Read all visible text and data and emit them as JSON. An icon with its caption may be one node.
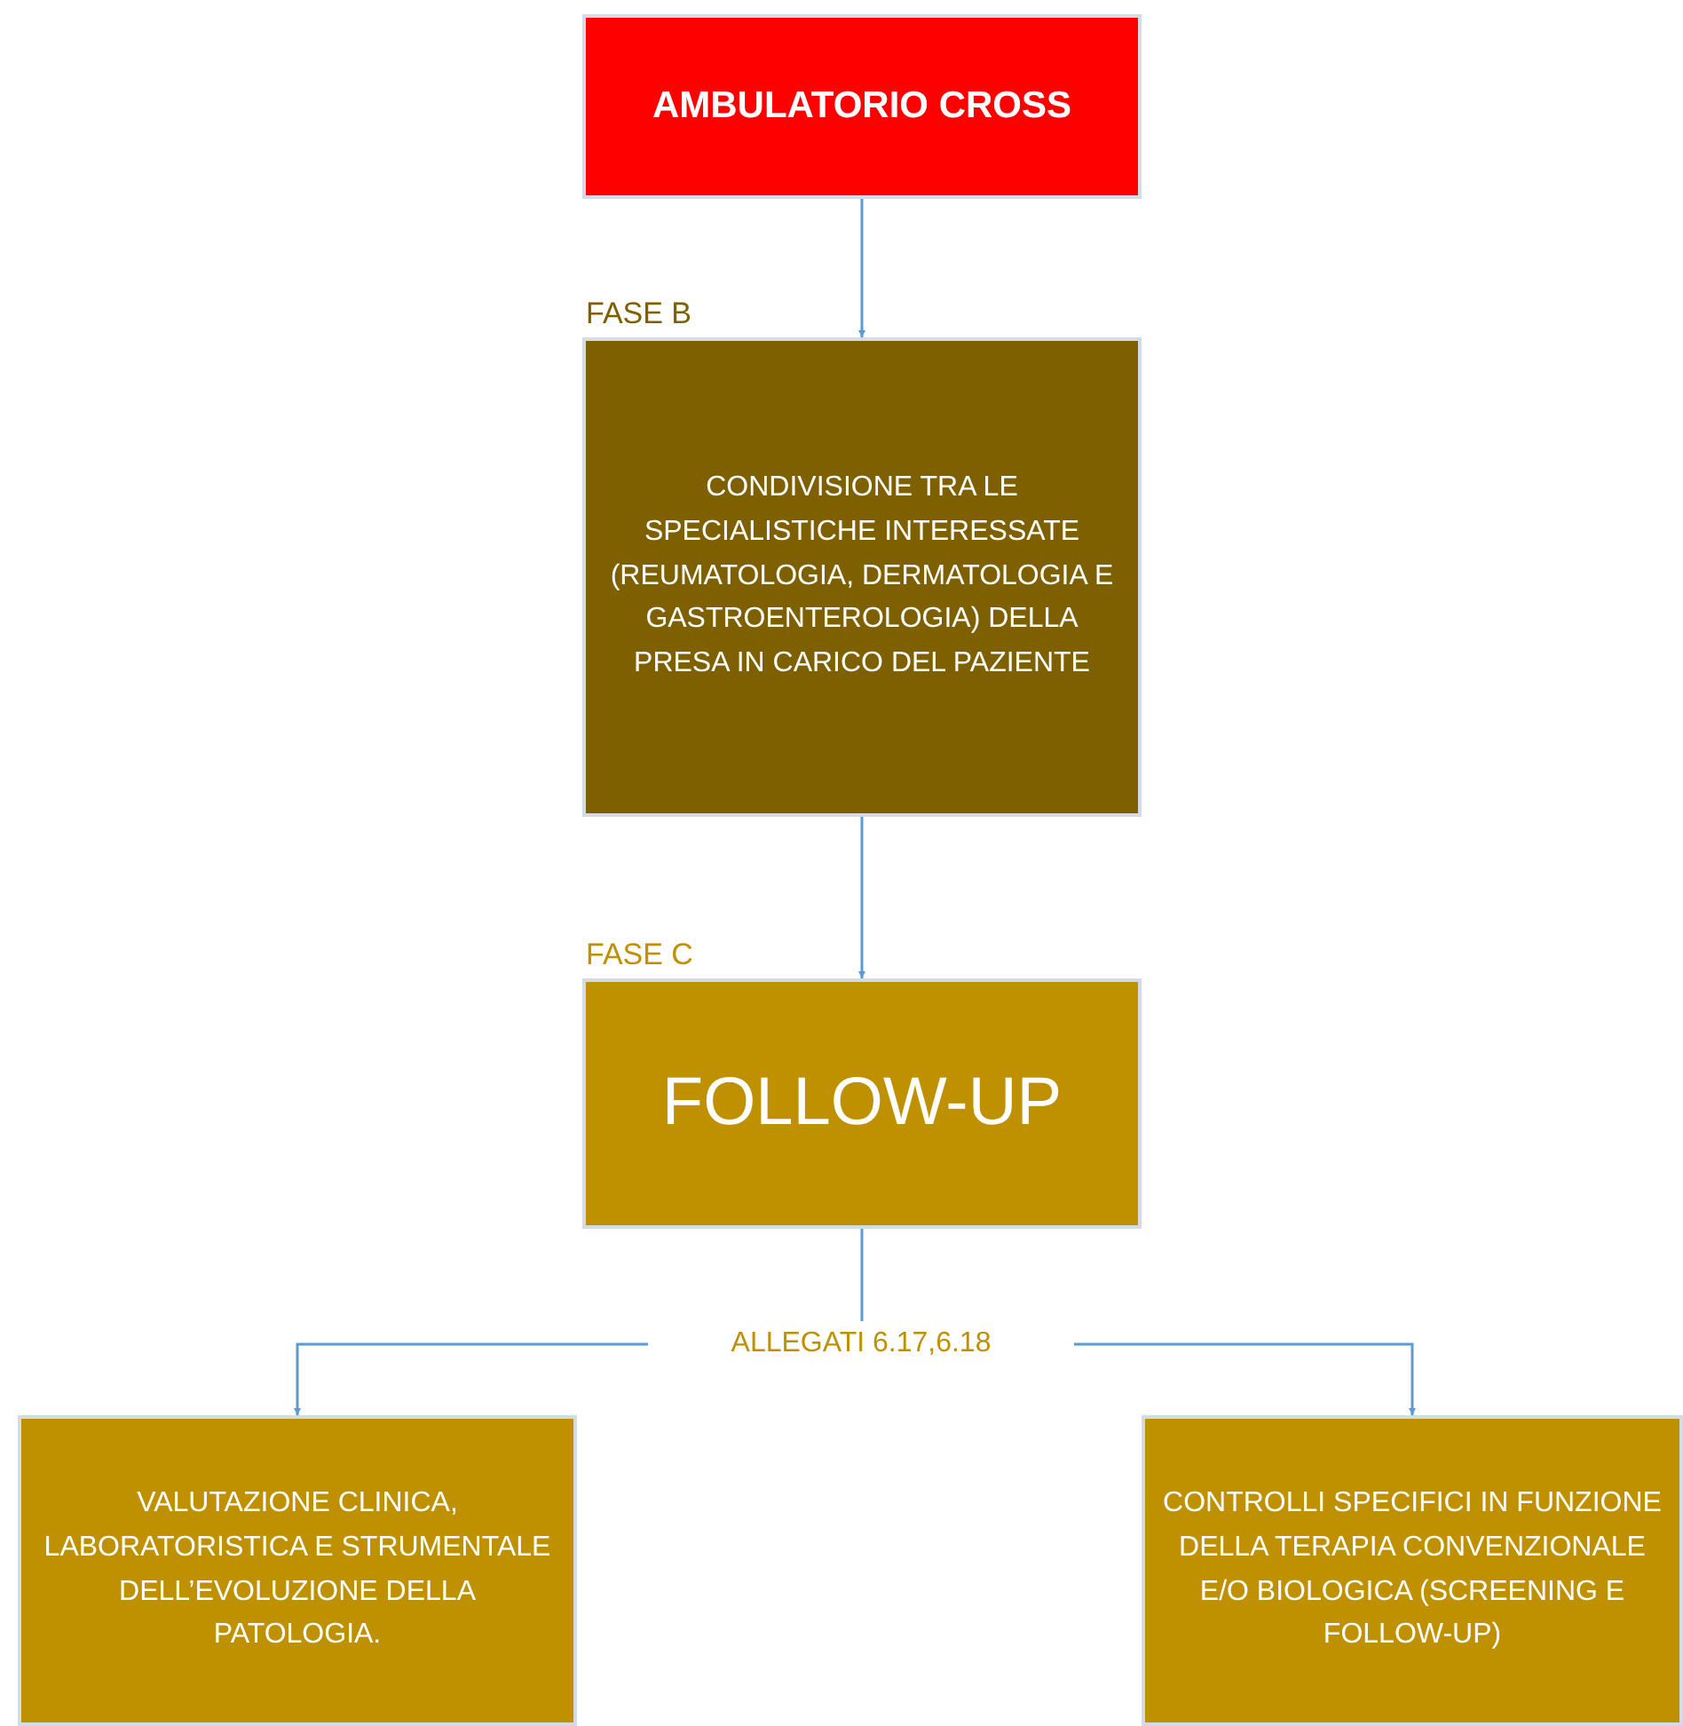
{
  "diagram": {
    "nodes": [
      {
        "text": [
          "AMBULATORIO CROSS"
        ]
      },
      {
        "text": [
          "FASE B",
          "CONDIVISIONE TRA LE SPECIALISTICHE INTERESSATE (REUMATOLOGIA, DERMATOLOGIA E GASTROENTEROLOGIA) DELLA PRESA IN CARICO DEL PAZIENTE"
        ]
      },
      {
        "text": [
          "FASE C",
          "FOLLOW-UP"
        ]
      },
      {
        "text": [
          "ALLEGATI 6.17,6.18"
        ]
      },
      {
        "text": [
          "VALUTAZIONE CLINICA, LABORATORISTICA E STRUMENTALE DELL’EVOLUZIONE DELLA PATOLOGIA."
        ]
      },
      {
        "text": [
          "CONTROLLI SPECIFICI IN FUNZIONE DELLA TERAPIA CONVENZIONALE E/O BIOLOGICA (SCREENING E FOLLOW-UP)"
        ]
      }
    ],
    "edges": [
      {
        "from": 0,
        "to": 1,
        "arrow": "to"
      },
      {
        "from": 1,
        "to": 2,
        "arrow": "to"
      },
      {
        "from": 2,
        "to": 3,
        "arrow": "none"
      },
      {
        "from": 3,
        "to": 4,
        "arrow": "to"
      },
      {
        "from": 3,
        "to": 5,
        "arrow": "to"
      }
    ]
  }
}
